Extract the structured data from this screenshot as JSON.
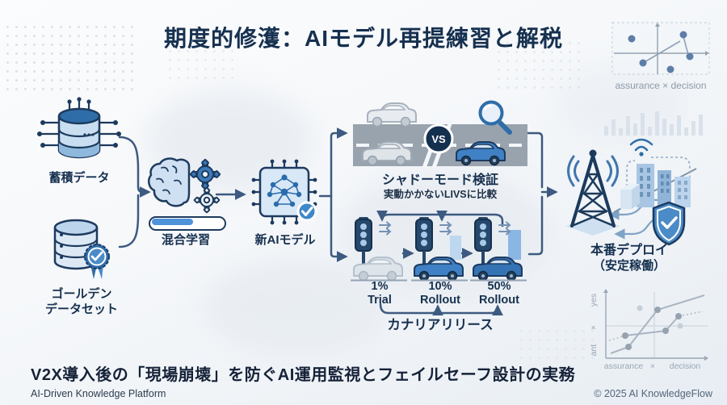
{
  "title": "期度的修濩：AIモデル再提練習と解税",
  "charts": {
    "top": {
      "caption": "assurance × decision"
    },
    "bottom": {
      "y_labels": [
        "yes",
        "×",
        "ant"
      ],
      "x_labels": [
        "assurance",
        "×",
        "decision"
      ]
    }
  },
  "pipeline": {
    "accumulated_data_label": "蓄積データ",
    "golden_dataset_line1": "ゴールデン",
    "golden_dataset_line2": "データセット",
    "training_label": "混合学習",
    "new_model_label": "新AIモデル"
  },
  "shadow": {
    "vs": "VS",
    "title": "シャドーモード検証",
    "subtitle": "実動かかないLIVSに比較"
  },
  "canary": {
    "stages": [
      {
        "percent": "1%",
        "label": "Trial"
      },
      {
        "percent": "10%",
        "label": "Rollout"
      },
      {
        "percent": "50%",
        "label": "Rollout"
      }
    ],
    "caption": "カナリアリリース"
  },
  "deploy": {
    "label_line1": "本番デプロイ",
    "label_line2": "（安定稼働）"
  },
  "bottom": {
    "headline": "V2X導入後の「現場崩壊」を防ぐAI運用監視とフェイルセーフ設計の実務",
    "brand": "AI-Driven Knowledge Platform",
    "copyright": "© 2025 AI KnowledgeFlow"
  },
  "colors": {
    "navy": "#16304f",
    "blue": "#3e87c8",
    "light_blue": "#c9def1",
    "connector": "#3d5a80",
    "road_gray": "#99a3ad"
  }
}
